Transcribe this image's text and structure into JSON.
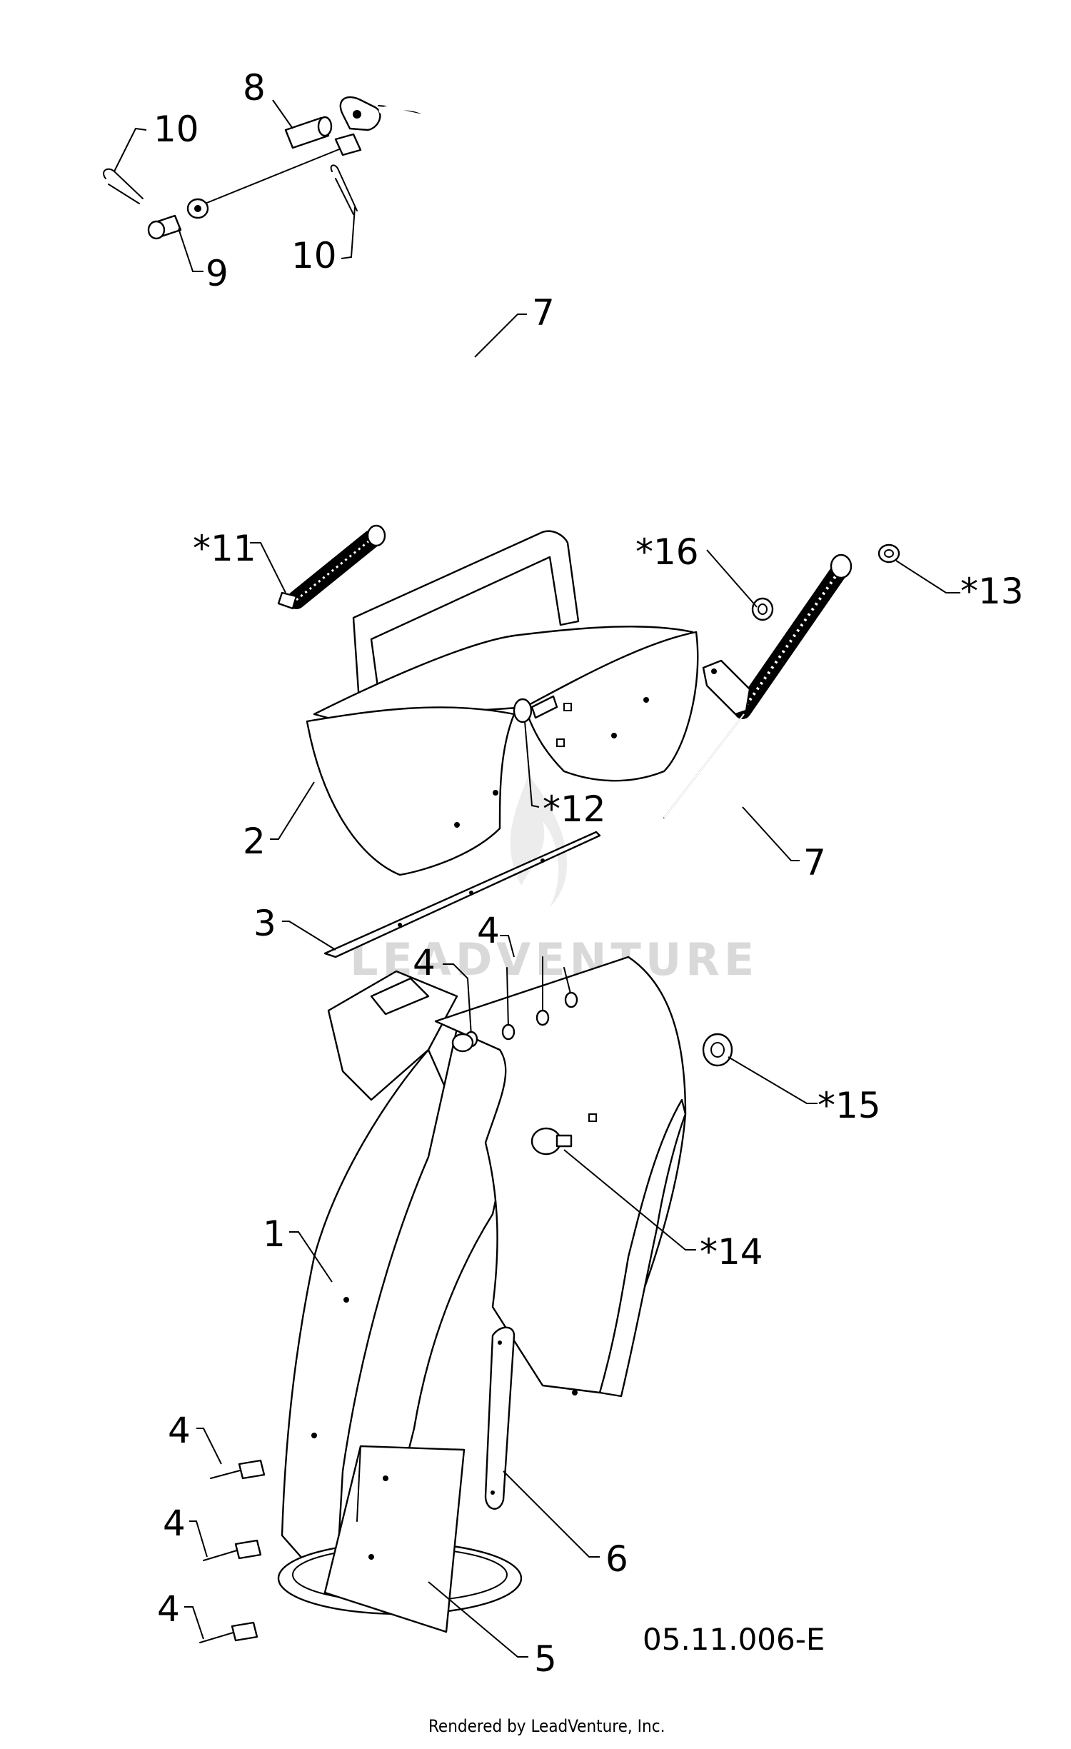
{
  "diagram": {
    "figure_code": "05.11.006-E",
    "credit": "Rendered by LeadVenture, Inc.",
    "watermark": "LEADVENTURE",
    "callouts": [
      {
        "id": "c-10a",
        "text": "10"
      },
      {
        "id": "c-8",
        "text": "8"
      },
      {
        "id": "c-9",
        "text": "9"
      },
      {
        "id": "c-10b",
        "text": "10"
      },
      {
        "id": "c-7a",
        "text": "7"
      },
      {
        "id": "c-11",
        "text": "*11"
      },
      {
        "id": "c-16",
        "text": "*16"
      },
      {
        "id": "c-13",
        "text": "*13"
      },
      {
        "id": "c-12",
        "text": "*12"
      },
      {
        "id": "c-2",
        "text": "2"
      },
      {
        "id": "c-7b",
        "text": "7"
      },
      {
        "id": "c-3",
        "text": "3"
      },
      {
        "id": "c-4a",
        "text": "4"
      },
      {
        "id": "c-4b",
        "text": "4"
      },
      {
        "id": "c-15",
        "text": "*15"
      },
      {
        "id": "c-14",
        "text": "*14"
      },
      {
        "id": "c-1",
        "text": "1"
      },
      {
        "id": "c-4c",
        "text": "4"
      },
      {
        "id": "c-4d",
        "text": "4"
      },
      {
        "id": "c-4e",
        "text": "4"
      },
      {
        "id": "c-6",
        "text": "6"
      },
      {
        "id": "c-5",
        "text": "5"
      }
    ]
  }
}
